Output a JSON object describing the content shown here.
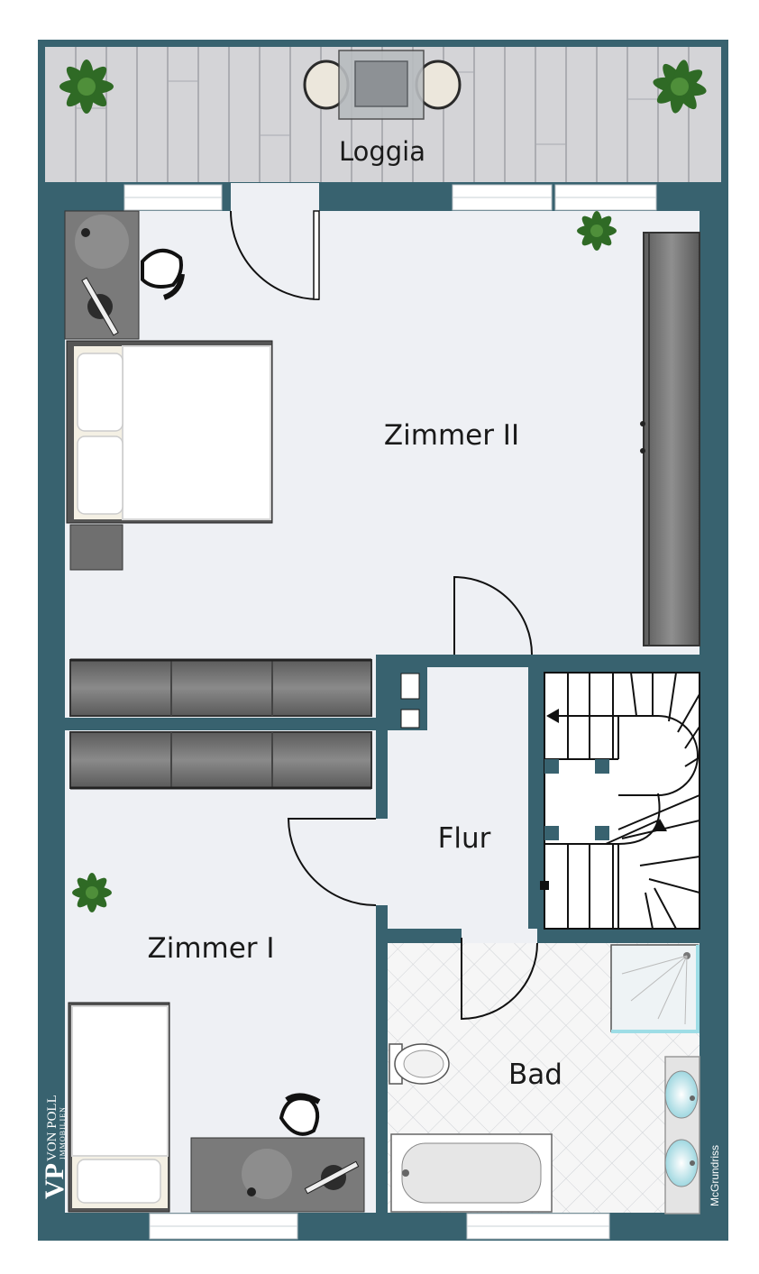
{
  "rooms": {
    "loggia": "Loggia",
    "zimmer2": "Zimmer II",
    "zimmer1": "Zimmer I",
    "flur": "Flur",
    "bad": "Bad"
  },
  "logo": {
    "initials": "VP",
    "name": "VON POLL",
    "sub": "IMMOBILIEN"
  },
  "credit": "McGrundriss",
  "colors": {
    "wall": "#38626f",
    "floor": "#eef0f4",
    "deck": "#d3d3d6",
    "wardrobe": "#6e6e6e",
    "tile": "#f4f4f4"
  }
}
